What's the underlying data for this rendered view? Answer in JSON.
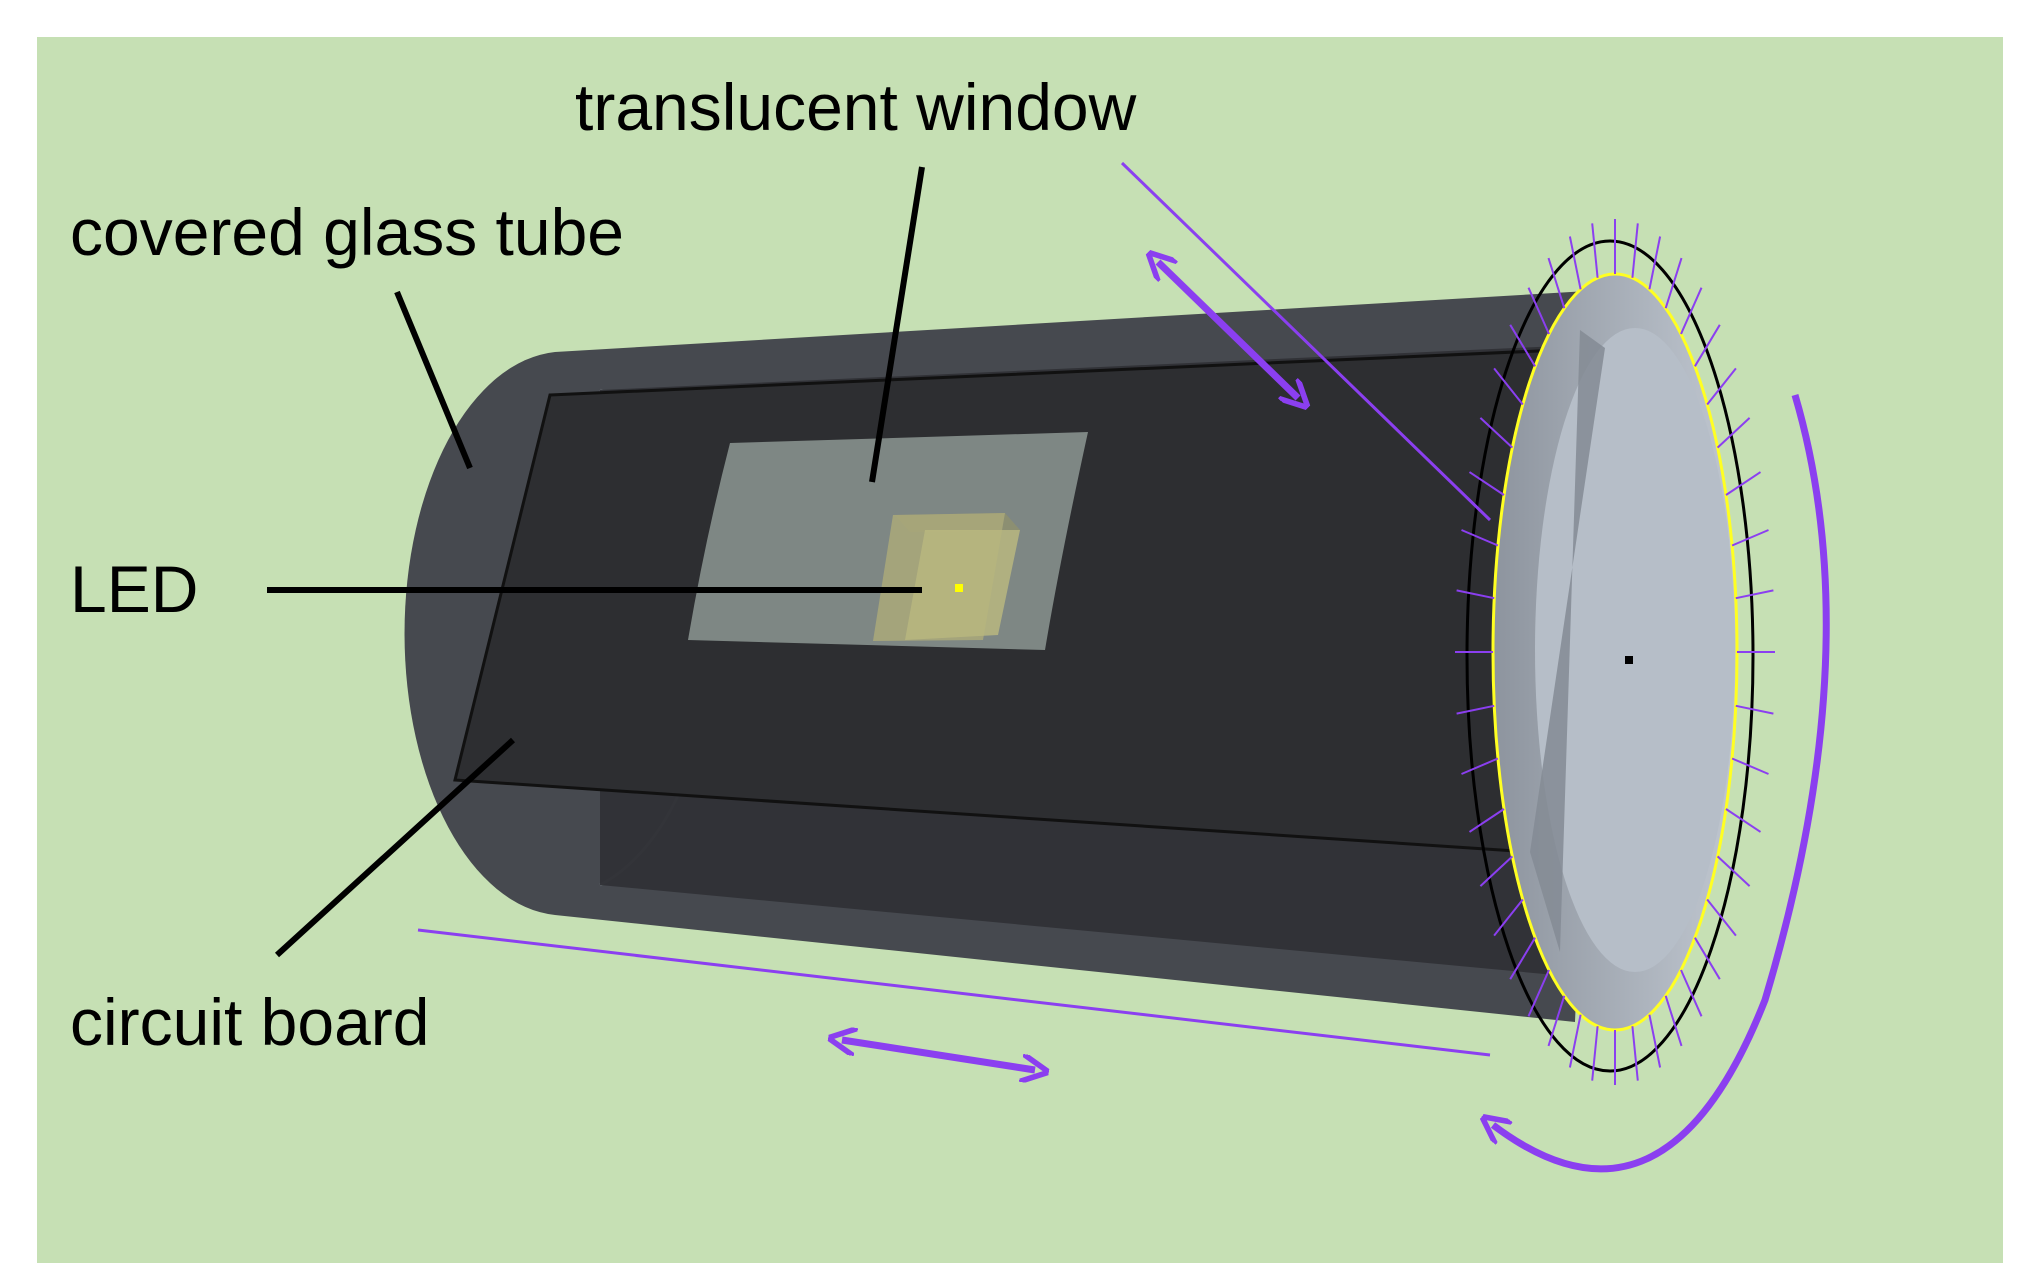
{
  "labels": {
    "translucent_window": "translucent window",
    "covered_glass_tube": "covered glass tube",
    "led": "LED",
    "circuit_board": "circuit board"
  },
  "colors": {
    "background": "#c6e0b4",
    "tube_body": "#46494f",
    "tube_inner": "#2f3034",
    "end_face": "#a9b0ba",
    "window": "#9aa6a0",
    "led_chip": "#a8a77a",
    "led_point": "#ffff00",
    "ellipse_highlight": "#ffff22",
    "arrows": "#8b3ff0",
    "leader_lines": "#000000"
  },
  "icons": {
    "axial_arrow": "double-headed-arrow",
    "radial_arrow": "double-headed-arrow",
    "rotation_arrow": "curved-arrow"
  }
}
